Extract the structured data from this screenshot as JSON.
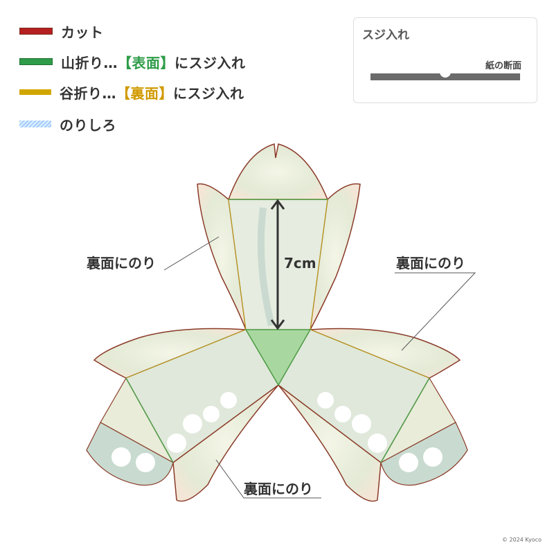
{
  "legend": {
    "items": [
      {
        "label": "カット",
        "color": "#b52020",
        "kind": "cut"
      },
      {
        "label_prefix": "山折り…",
        "tag": "【表面】",
        "label_suffix": "にスジ入れ",
        "color": "#2e9c48",
        "kind": "mountain-fold"
      },
      {
        "label_prefix": "谷折り…",
        "tag": "【裏面】",
        "label_suffix": "にスジ入れ",
        "color": "#d19a00",
        "kind": "valley-fold"
      },
      {
        "label": "のりしろ",
        "color": "#a9c7ff",
        "kind": "glue-margin"
      }
    ]
  },
  "score_box": {
    "title": "スジ入れ",
    "caption": "紙の断面"
  },
  "diagram": {
    "dimension_label": "7cm",
    "glue_labels": [
      "裏面にのり",
      "裏面にのり",
      "裏面にのり"
    ],
    "colors": {
      "cut": "#8a3a28",
      "mountain": "#4e9a48",
      "valley": "#b89a1a",
      "petal_fill": "#eef0dc",
      "center_fill": "#a8d8a0",
      "flower_shade": "#b8cfc4"
    }
  },
  "copyright": "© 2024 Kyoco"
}
